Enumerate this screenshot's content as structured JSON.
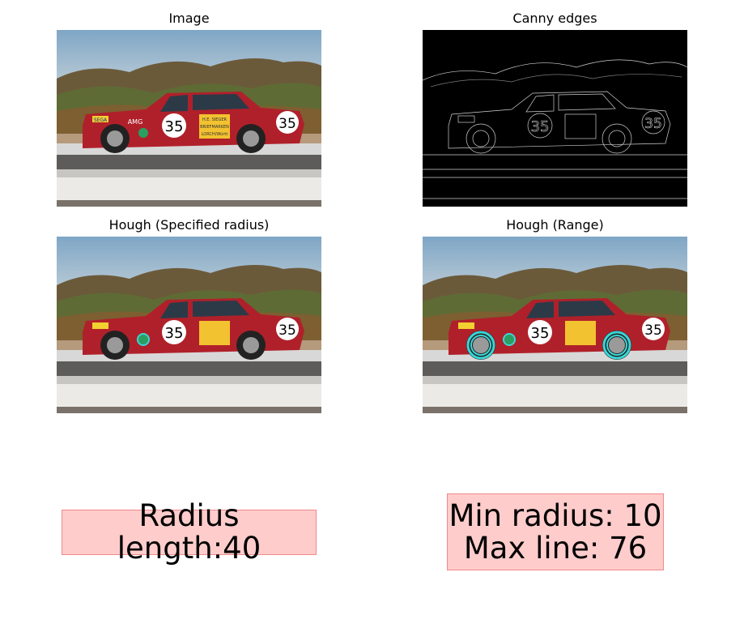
{
  "panels": [
    {
      "title": "Image"
    },
    {
      "title": "Canny edges"
    },
    {
      "title": "Hough (Specified radius)"
    },
    {
      "title": "Hough (Range)"
    }
  ],
  "car": {
    "number": "35",
    "sponsor_sega": "SEGA",
    "sponsor_amg": "AMG",
    "sticker_line1": "H.E. SIEGER",
    "sticker_line2": "BRIEFMARKEN",
    "sticker_line3": "LORCH/Württ"
  },
  "labels": {
    "radius_text": "Radius length:40",
    "range_line1": "Min radius: 10",
    "range_line2": "Max line: 76"
  },
  "colors": {
    "car_red": "#b0202a",
    "circle_cyan": "#38d6d6",
    "label_bg": "#ffcccc",
    "label_border": "#f08a8a"
  }
}
